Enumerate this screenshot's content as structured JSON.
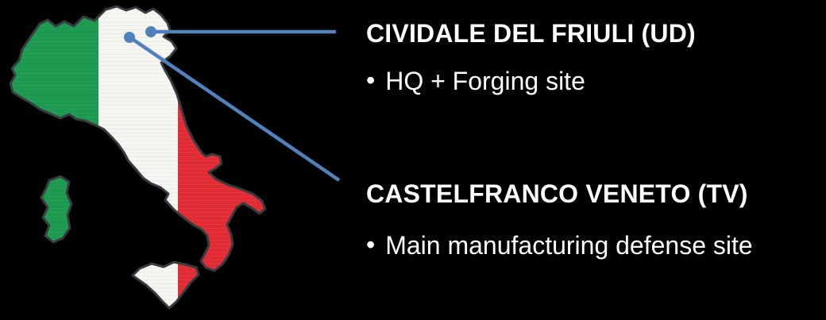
{
  "slide": {
    "description": "Map of Italy filled with the Italian flag, with two blue callout lines pointing to northern Italy locations"
  },
  "colors": {
    "background": "#000000",
    "flag-green": "#1b9a50",
    "flag-white": "#f6f6f3",
    "flag-red": "#e22b33",
    "map-outline": "#383c42",
    "accent-blue": "#4f81bd",
    "text": "#ffffff"
  },
  "map": {
    "name": "italy-flag-map",
    "regions": [
      "mainland",
      "sardinia",
      "sicily"
    ],
    "markers": [
      {
        "icon": "location-dot-icon",
        "site": "Cividale del Friuli"
      },
      {
        "icon": "location-dot-icon",
        "site": "Castelfranco Veneto"
      }
    ]
  },
  "callouts": [
    {
      "title": "CIVIDALE DEL FRIULI (UD)",
      "bullet": "•",
      "detail": "HQ + Forging site"
    },
    {
      "title": "CASTELFRANCO VENETO (TV)",
      "bullet": "•",
      "detail": "Main manufacturing defense site"
    }
  ]
}
